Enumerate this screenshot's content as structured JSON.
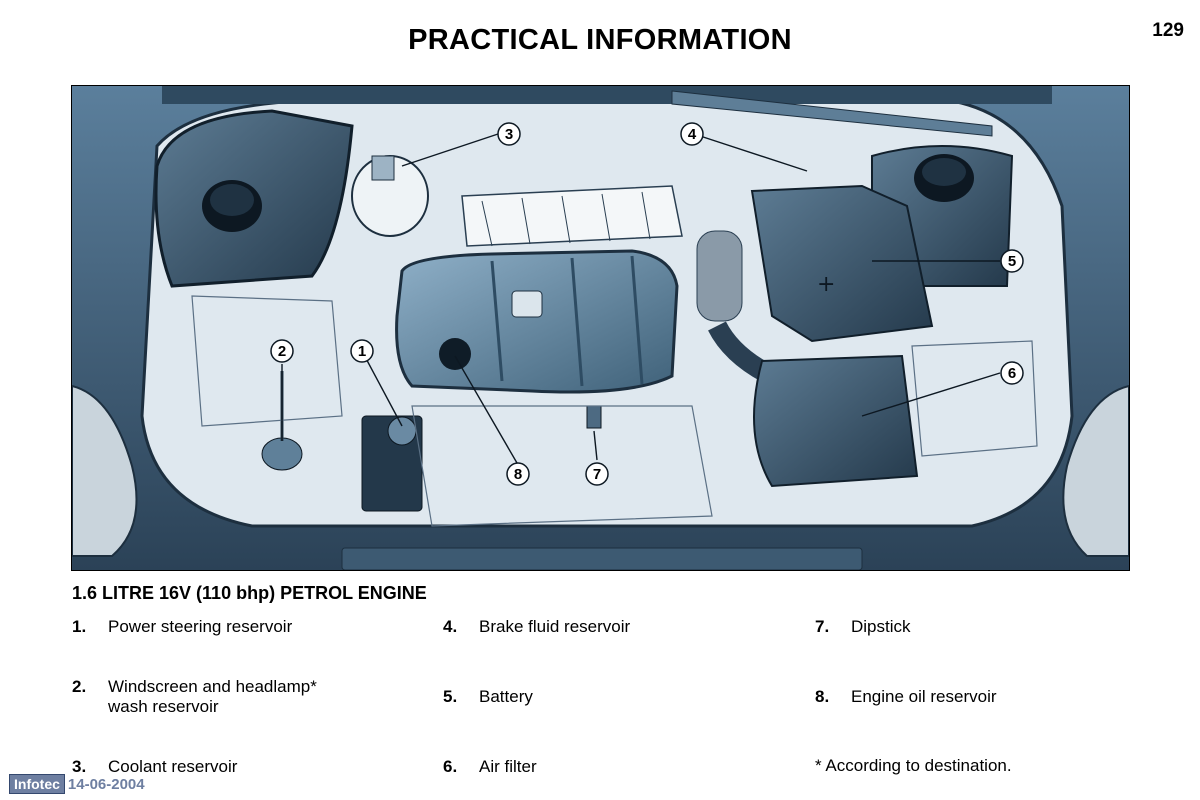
{
  "header": {
    "title": "PRACTICAL INFORMATION",
    "page_number": "129"
  },
  "figure": {
    "callouts": [
      "1",
      "2",
      "3",
      "4",
      "5",
      "6",
      "7",
      "8"
    ]
  },
  "section": {
    "heading": "1.6 LITRE 16V (110 bhp) PETROL ENGINE",
    "items": [
      {
        "num": "1.",
        "label": "Power steering reservoir"
      },
      {
        "num": "2.",
        "label": "Windscreen and headlamp* wash reservoir"
      },
      {
        "num": "3.",
        "label": "Coolant reservoir"
      },
      {
        "num": "4.",
        "label": "Brake fluid reservoir"
      },
      {
        "num": "5.",
        "label": "Battery"
      },
      {
        "num": "6.",
        "label": "Air filter"
      },
      {
        "num": "7.",
        "label": "Dipstick"
      },
      {
        "num": "8.",
        "label": "Engine oil reservoir"
      }
    ],
    "footnote": "* According to destination."
  },
  "footer": {
    "logo": "Infotec",
    "date": "14-06-2004"
  }
}
